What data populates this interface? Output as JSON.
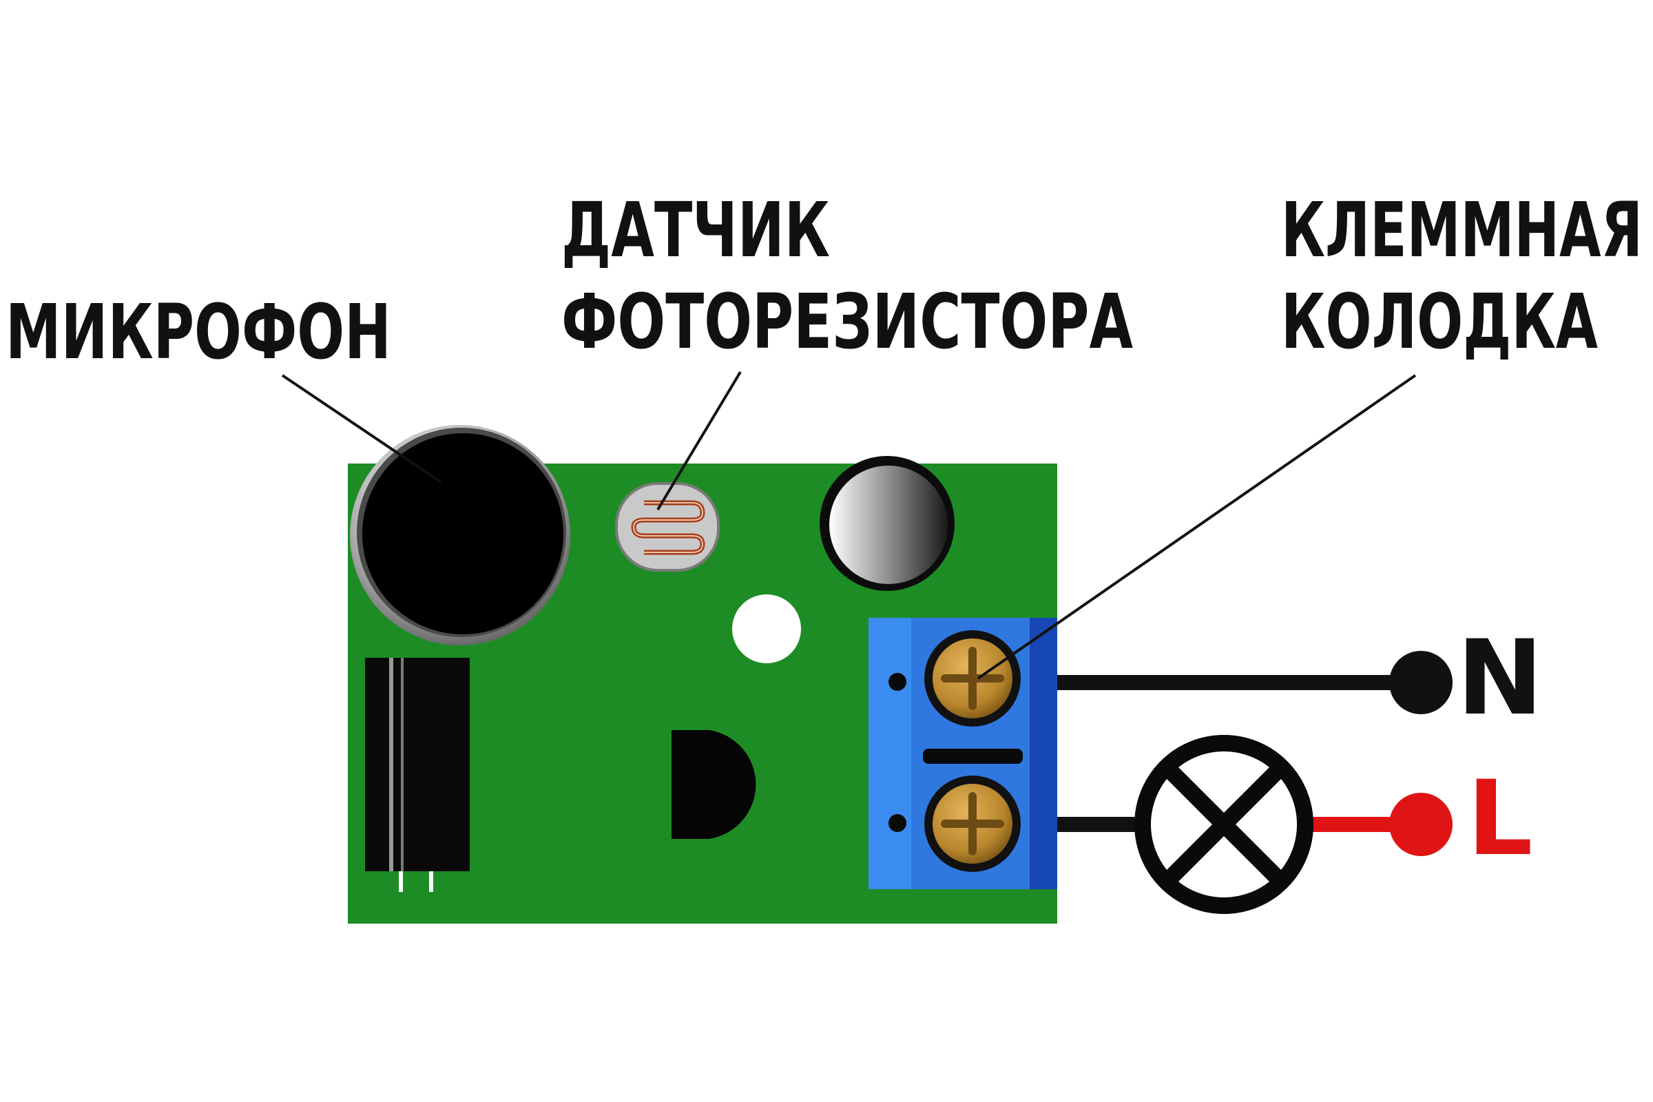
{
  "labels": {
    "microphone": "МИКРОФОН",
    "photoresistor_line1": "ДАТЧИК",
    "photoresistor_line2": "ФОТОРЕЗИСТОРА",
    "terminal_line1": "КЛЕММНАЯ",
    "terminal_line2": "КОЛОДКА",
    "neutral": "N",
    "line": "L"
  },
  "colors": {
    "pcb": "#1d8c24",
    "terminal_block": "#2f78e0",
    "terminal_block_dark": "#1747b4",
    "wire_neutral": "#111111",
    "wire_line": "#e01414",
    "label_line": "#e01414",
    "screw": "#b8862c",
    "text": "#111111"
  },
  "icons": {
    "lamp": "lamp-icon",
    "microphone": "microphone-icon",
    "photoresistor": "photoresistor-icon"
  }
}
